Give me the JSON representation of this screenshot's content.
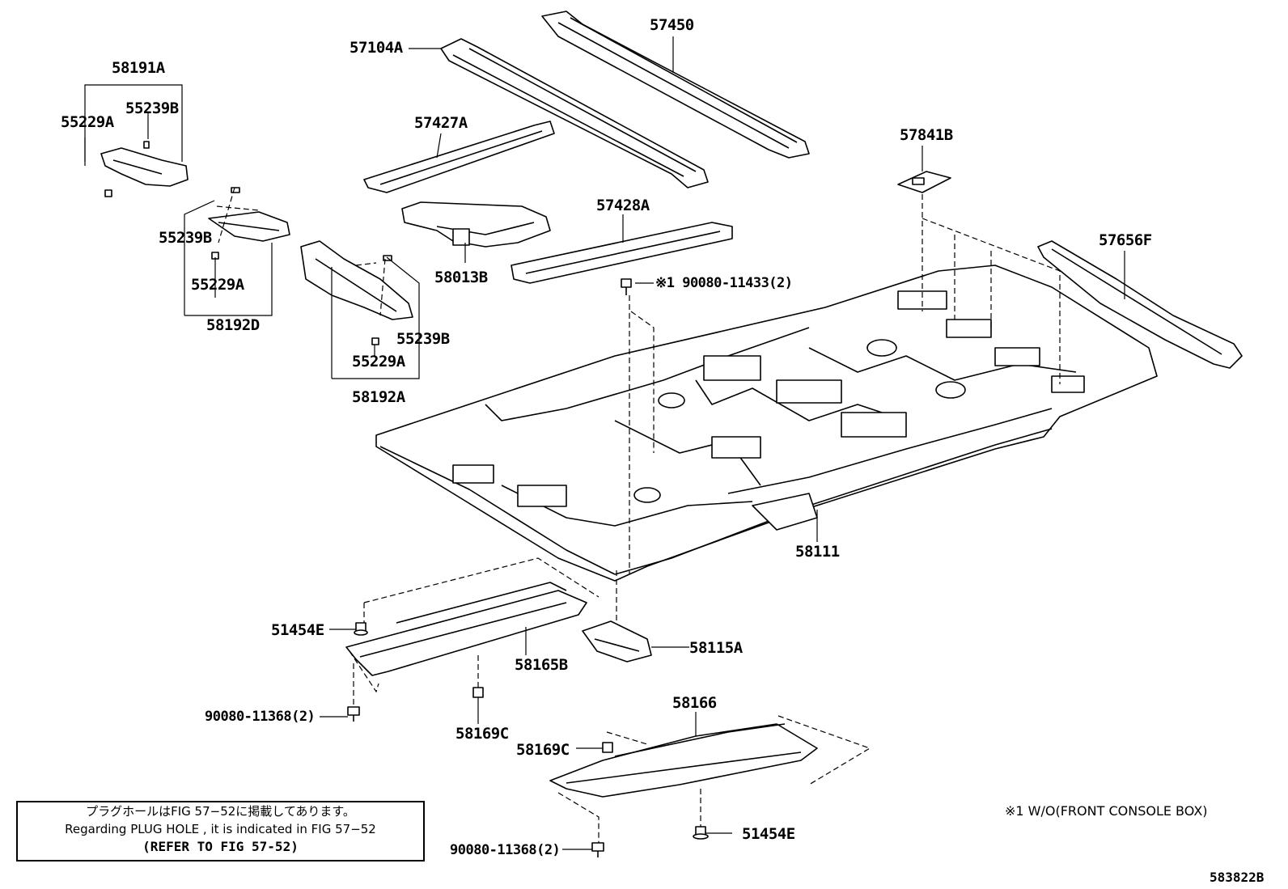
{
  "labels": {
    "p58191A": "58191A",
    "p55229A_1": "55229A",
    "p55239B_1": "55239B",
    "p55239B_2": "55239B",
    "p55229A_2": "55229A",
    "p58192D": "58192D",
    "p55239B_3": "55239B",
    "p55229A_3": "55229A",
    "p58192A": "58192A",
    "p57104A": "57104A",
    "p57450": "57450",
    "p57427A": "57427A",
    "p58013B": "58013B",
    "p57428A": "57428A",
    "p57841B": "57841B",
    "p57656F": "57656F",
    "p90080_11433": "※1 90080-11433(2)",
    "p58111": "58111",
    "p51454E_1": "51454E",
    "p58165B": "58165B",
    "p58115A": "58115A",
    "p90080_11368_1": "90080-11368(2)",
    "p58169C_1": "58169C",
    "p58166": "58166",
    "p58169C_2": "58169C",
    "p90080_11368_2": "90080-11368(2)",
    "p51454E_2": "51454E"
  },
  "note": {
    "line1": "プラグホールはFIG 57−52に掲載してあります。",
    "line2": "Regarding  PLUG  HOLE , it is indicated in FIG  57−52",
    "line3": "(REFER TO FIG 57-52)"
  },
  "footnote": "※1 W/O(FRONT CONSOLE BOX)",
  "figure_id": "583822B"
}
